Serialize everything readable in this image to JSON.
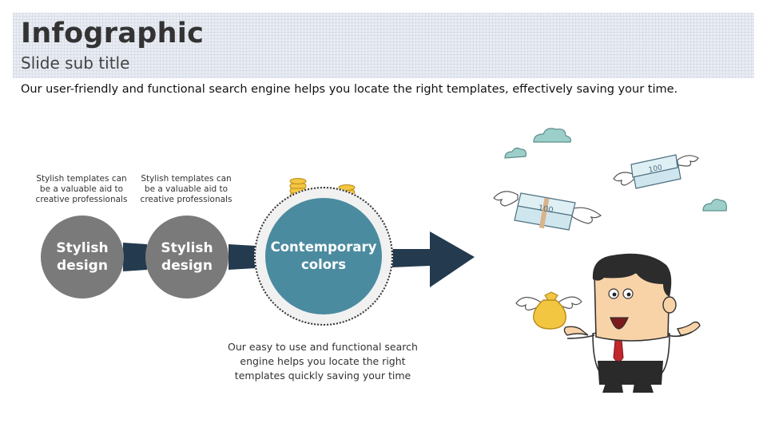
{
  "slide": {
    "title": "Infographic",
    "subtitle": "Slide sub title",
    "description": "Our user-friendly and functional search engine helps you locate the right templates, effectively saving your time."
  },
  "diagram": {
    "steps": [
      {
        "label": "Stylish\ndesign",
        "caption": "Stylish templates can be a valuable aid to creative professionals"
      },
      {
        "label": "Stylish\ndesign",
        "caption": "Stylish templates can be a valuable aid to creative professionals"
      }
    ],
    "highlight": {
      "label": "Contemporary\ncolors",
      "caption": "Our easy to use and functional search engine helps you locate the right templates quickly saving your time"
    },
    "banknote_text": "100"
  },
  "colors": {
    "gray_circle": "#7a7a7a",
    "teal_circle": "#4b8ba0",
    "connector": "#243a4e",
    "coin": "#f2c641"
  }
}
